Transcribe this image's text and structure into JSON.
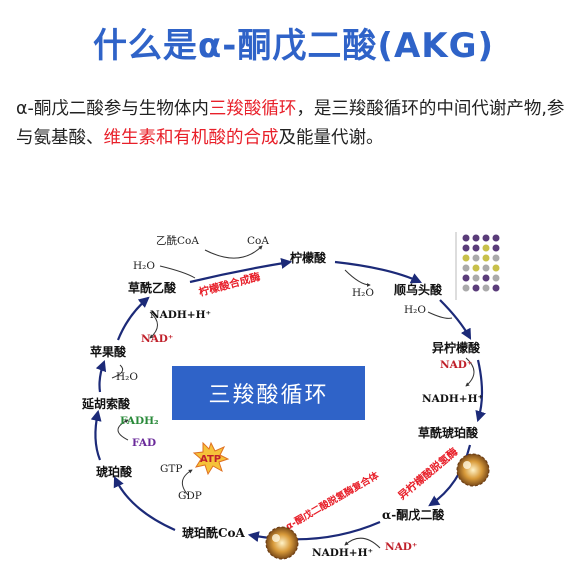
{
  "title": "什么是α-酮戊二酸(AKG)",
  "description": {
    "part1": "α-酮戊二酸参与生物体内",
    "part2_red": "三羧酸循环",
    "part3": "，是三羧酸循环的中间代谢产物,参与氨基酸、",
    "part4_red": "维生素和有机酸的合成",
    "part5": "及能量代谢。"
  },
  "center_label": "三羧酸循环",
  "metabolites": {
    "citrate": "柠檬酸",
    "cis_aconitate": "顺乌头酸",
    "isocitrate": "异柠檬酸",
    "oxalosuccinate": "草酰琥珀酸",
    "akg": "α-酮戊二酸",
    "succinyl_coa": "琥珀酰CoA",
    "succinate": "琥珀酸",
    "fumarate": "延胡索酸",
    "malate": "苹果酸",
    "oxaloacetate": "草酰乙酸"
  },
  "cofactors": {
    "acetyl_coa": "乙酰CoA",
    "coa": "CoA",
    "h2o": "H₂O",
    "nad_plus": "NAD⁺",
    "nadh_h": "NADH+H⁺",
    "fad": "FAD",
    "fadh2": "FADH₂",
    "gtp": "GTP",
    "gdp": "GDP",
    "atp": "ATP"
  },
  "enzymes": {
    "citrate_synthase": "柠檬酸合成酶",
    "isocitrate_dh": "异柠檬酸脱氢酶",
    "akg_dh_complex": "α-酮戊二酸脱氢酶复合体"
  },
  "colors": {
    "title_blue": "#2f63c8",
    "highlight_red": "#e8202a",
    "arrow_navy": "#1c2a78",
    "nad_red": "#c0202a",
    "nadh_green": "#2a8a3a",
    "fad_purple": "#6a2a9a"
  }
}
